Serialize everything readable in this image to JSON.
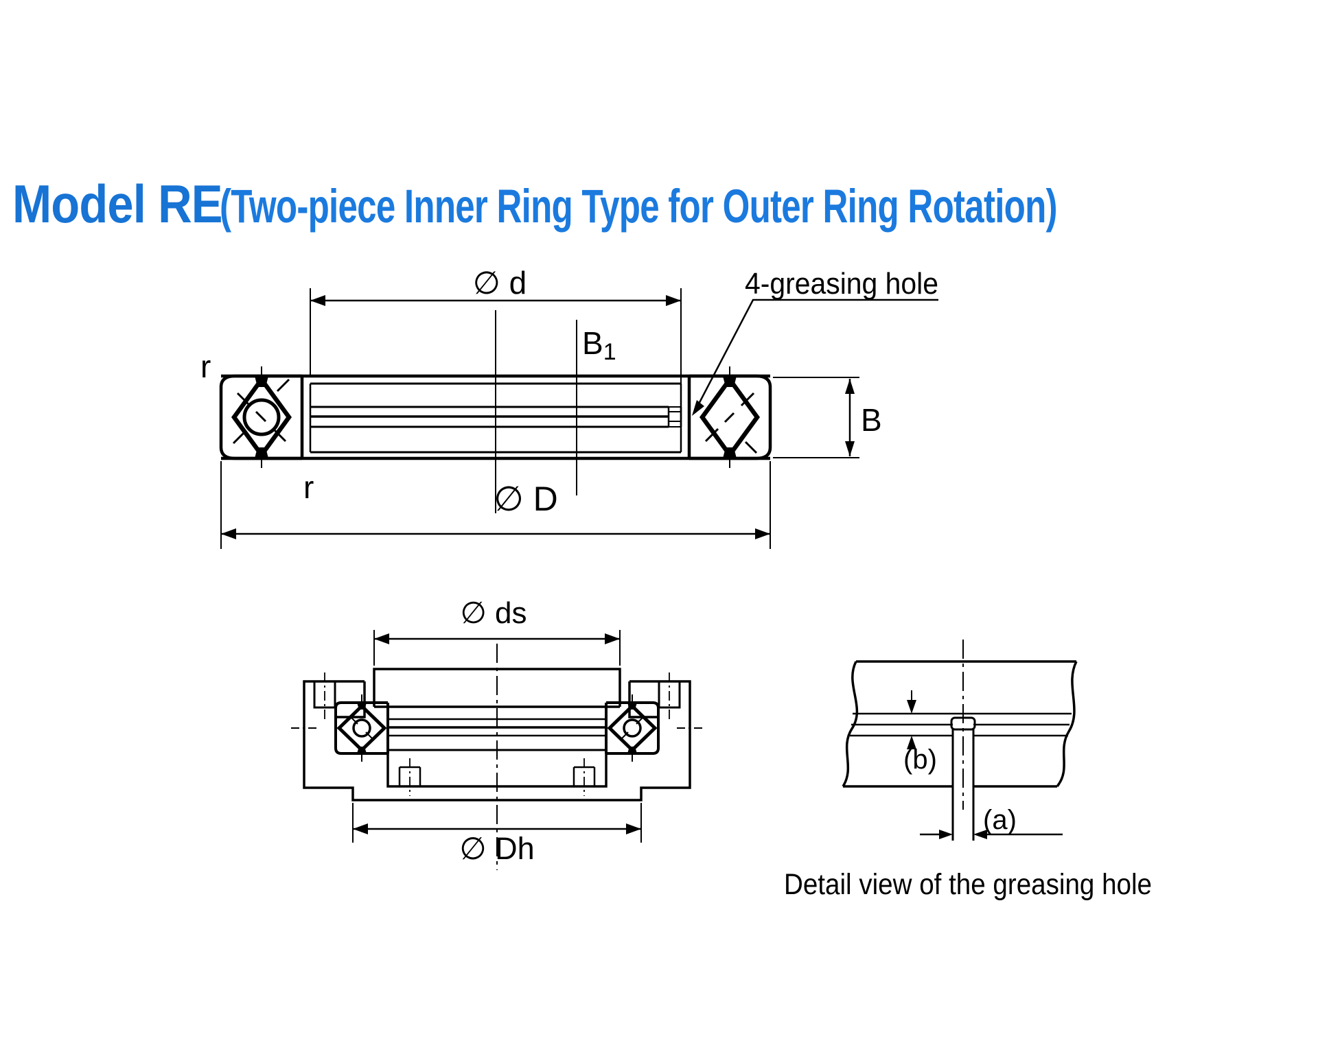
{
  "title": {
    "model": "Model RE",
    "subtitle": "(Two-piece Inner Ring Type for Outer Ring Rotation)"
  },
  "colors": {
    "title_blue": "#1773d4",
    "line_color": "#000000",
    "background": "#ffffff"
  },
  "top_view": {
    "dim_bore_diameter": "∅ d",
    "dim_outer_diameter": "∅ D",
    "dim_inner_ring_width": "B",
    "dim_inner_ring_width_sub": "1",
    "dim_outer_ring_width": "B",
    "corner_radius_top": "r",
    "corner_radius_bottom": "r",
    "greasing_hole_label": "4-greasing hole"
  },
  "mounting_view": {
    "dim_shaft_diameter": "∅ ds",
    "dim_housing_diameter": "∅ Dh"
  },
  "detail_view": {
    "dim_a": "(a)",
    "dim_b": "(b)",
    "caption": "Detail view of the greasing hole"
  }
}
